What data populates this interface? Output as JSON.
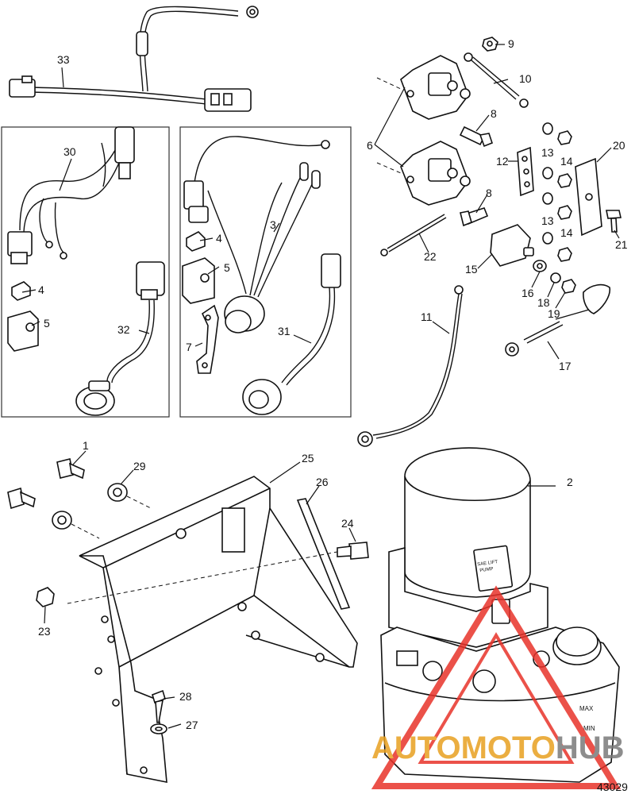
{
  "figure_number": "43029",
  "watermark": {
    "first": "AUTOMOTO",
    "second": "HUB",
    "color": "#e8332a",
    "second_color": "#e8a020"
  },
  "labels": {
    "p1": "1",
    "p2": "2",
    "p3": "3",
    "p4a": "4",
    "p4b": "4",
    "p5a": "5",
    "p5b": "5",
    "p6": "6",
    "p7": "7",
    "p8a": "8",
    "p8b": "8",
    "p9": "9",
    "p10": "10",
    "p11": "11",
    "p12": "12",
    "p13a": "13",
    "p13b": "13",
    "p14a": "14",
    "p14b": "14",
    "p15": "15",
    "p16": "16",
    "p17": "17",
    "p18": "18",
    "p19": "19",
    "p20": "20",
    "p21": "21",
    "p22": "22",
    "p23": "23",
    "p24": "24",
    "p25": "25",
    "p26": "26",
    "p27": "27",
    "p28": "28",
    "p29": "29",
    "p30": "30",
    "p31": "31",
    "p32": "32",
    "p33": "33"
  },
  "pump_label": "SAE LIFT\nPUMP",
  "reservoir_marks": {
    "max": "MAX",
    "min": "MIN"
  }
}
